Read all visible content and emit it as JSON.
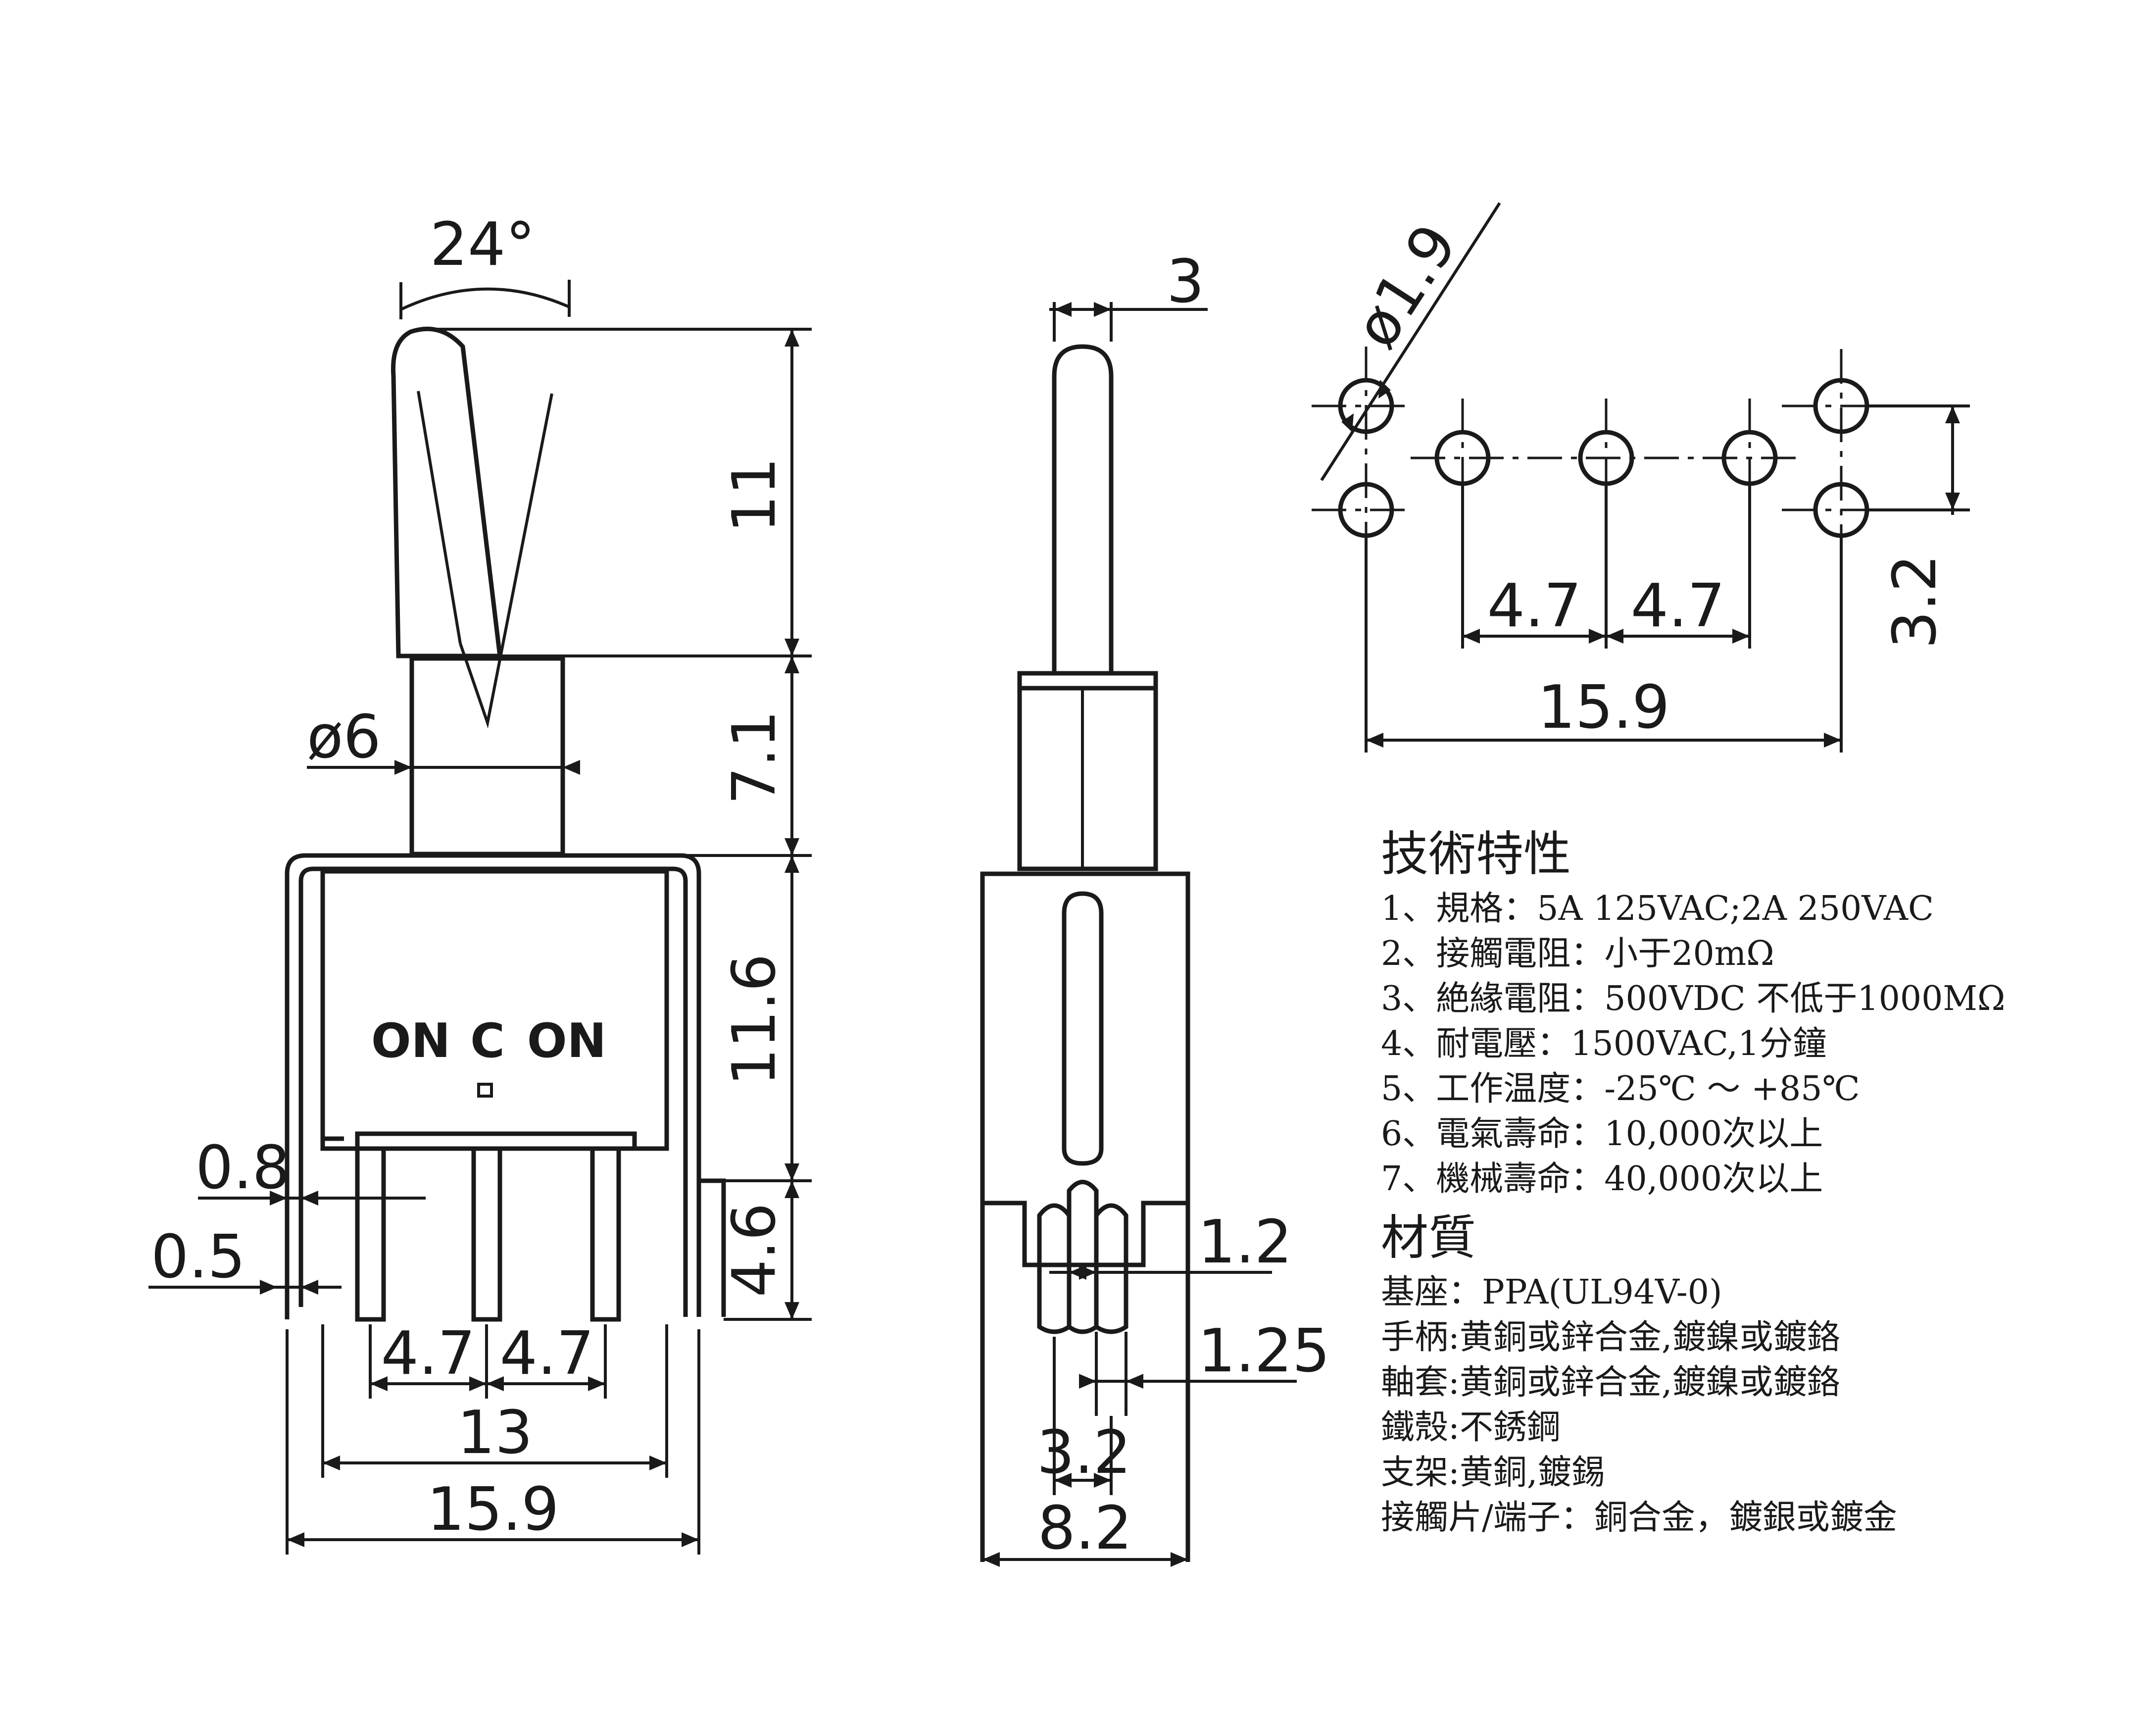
{
  "front_view": {
    "angle_label": "24°",
    "terminal_markings": [
      "ON",
      "C",
      "ON"
    ],
    "dims": {
      "lever_height": "11",
      "bushing_height": "7.1",
      "body_height": "11.6",
      "pin_length": "4.6",
      "bushing_diameter": "ø6",
      "bracket_thickness": "0.8",
      "pin_thickness": "0.5",
      "pitch_left": "4.7",
      "pitch_right": "4.7",
      "body_width": "13",
      "bracket_width": "15.9"
    }
  },
  "side_view": {
    "dims": {
      "lever_width": "3",
      "pin_width": "1.2",
      "pin_gap": "1.25",
      "pin_span": "3.2",
      "body_depth": "8.2"
    }
  },
  "pcb_layout": {
    "dims": {
      "hole_diameter": "ø1.9",
      "pitch_left": "4.7",
      "pitch_right": "4.7",
      "overall_width": "15.9",
      "row_spacing": "3.2"
    }
  },
  "specs": {
    "heading_tech": "技術特性",
    "tech_items": [
      "1、規格：5A 125VAC;2A 250VAC",
      "2、接觸電阻：小于20mΩ",
      "3、絶緣電阻：500VDC 不低于1000MΩ",
      "4、耐電壓：1500VAC,1分鐘",
      "5、工作温度：-25℃ ～ +85℃",
      "6、電氣壽命：10,000次以上",
      "7、機械壽命：40,000次以上"
    ],
    "heading_material": "材質",
    "material_items": [
      "基座：PPA(UL94V-0)",
      "手柄:黄銅或鋅合金,鍍鎳或鍍鉻",
      "軸套:黄銅或鋅合金,鍍鎳或鍍鉻",
      "鐵殼:不銹鋼",
      "支架:黄銅,鍍錫",
      "接觸片/端子：銅合金，鍍銀或鍍金"
    ]
  }
}
